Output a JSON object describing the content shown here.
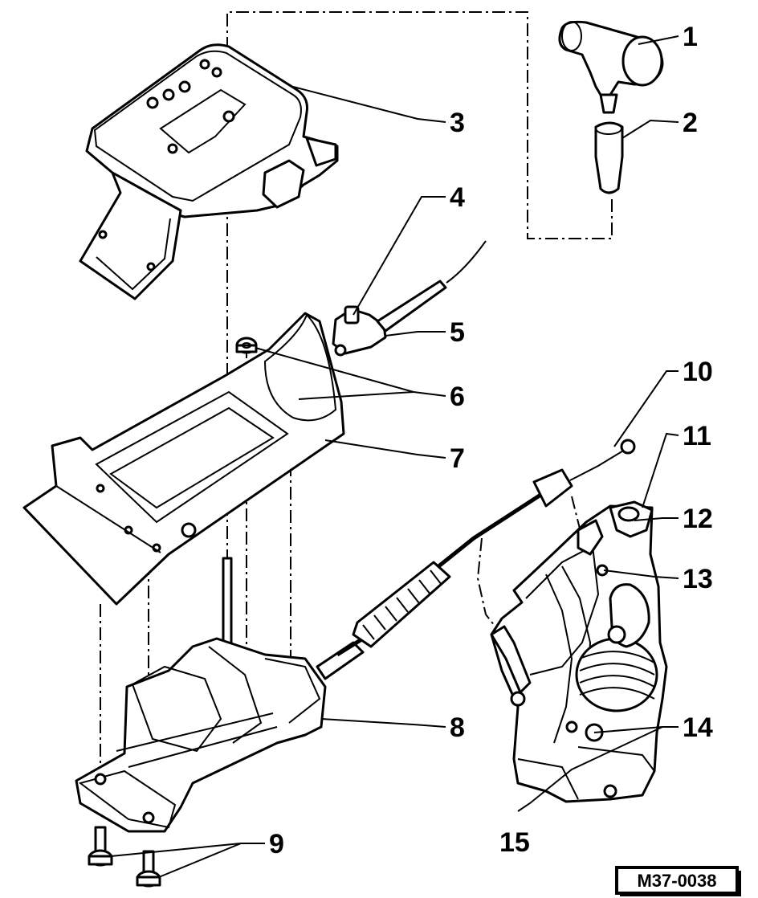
{
  "callouts": [
    "1",
    "2",
    "3",
    "4",
    "5",
    "6",
    "7",
    "8",
    "9",
    "10",
    "11",
    "12",
    "13",
    "14",
    "15"
  ],
  "reference_code": "M37-0038"
}
